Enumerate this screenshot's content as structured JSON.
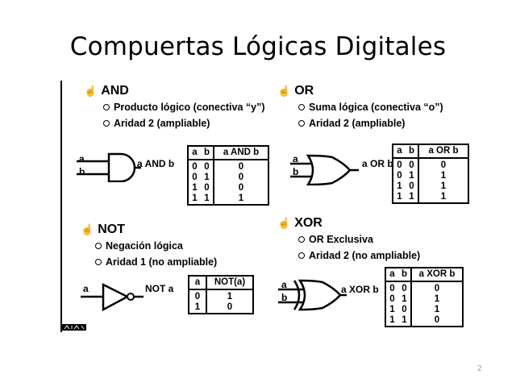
{
  "slide": {
    "title": "Compuertas Lógicas Digitales",
    "page_number": "2"
  },
  "and": {
    "heading": "AND",
    "bullets": [
      "Producto lógico (conectiva “y”)",
      "Aridad 2 (ampliable)"
    ],
    "inputs": [
      "a",
      "b"
    ],
    "output": "a AND b",
    "table": {
      "headers": [
        "a",
        "b",
        "a AND b"
      ],
      "rows": [
        [
          "0",
          "0",
          "0"
        ],
        [
          "0",
          "1",
          "0"
        ],
        [
          "1",
          "0",
          "0"
        ],
        [
          "1",
          "1",
          "1"
        ]
      ]
    }
  },
  "or": {
    "heading": "OR",
    "bullets": [
      "Suma lógica (conectiva “o”)",
      "Aridad 2 (ampliable)"
    ],
    "inputs": [
      "a",
      "b"
    ],
    "output": "a OR b",
    "table": {
      "headers": [
        "a",
        "b",
        "a OR b"
      ],
      "rows": [
        [
          "0",
          "0",
          "0"
        ],
        [
          "0",
          "1",
          "1"
        ],
        [
          "1",
          "0",
          "1"
        ],
        [
          "1",
          "1",
          "1"
        ]
      ]
    }
  },
  "not": {
    "heading": "NOT",
    "bullets": [
      "Negación lógica",
      "Aridad 1 (no ampliable)"
    ],
    "inputs": [
      "a"
    ],
    "output": "NOT a",
    "table": {
      "headers": [
        "a",
        "NOT(a)"
      ],
      "rows": [
        [
          "0",
          "1"
        ],
        [
          "1",
          "0"
        ]
      ]
    }
  },
  "xor": {
    "heading": "XOR",
    "bullets": [
      "OR Exclusiva",
      "Aridad 2 (no ampliable)"
    ],
    "inputs": [
      "a",
      "b"
    ],
    "output": "a XOR b",
    "table": {
      "headers": [
        "a",
        "b",
        "a XOR b"
      ],
      "rows": [
        [
          "0",
          "0",
          "0"
        ],
        [
          "0",
          "1",
          "1"
        ],
        [
          "1",
          "0",
          "1"
        ],
        [
          "1",
          "1",
          "0"
        ]
      ]
    }
  },
  "icons": [
    "hand-pointer-icon",
    "bullet-ring-icon"
  ]
}
